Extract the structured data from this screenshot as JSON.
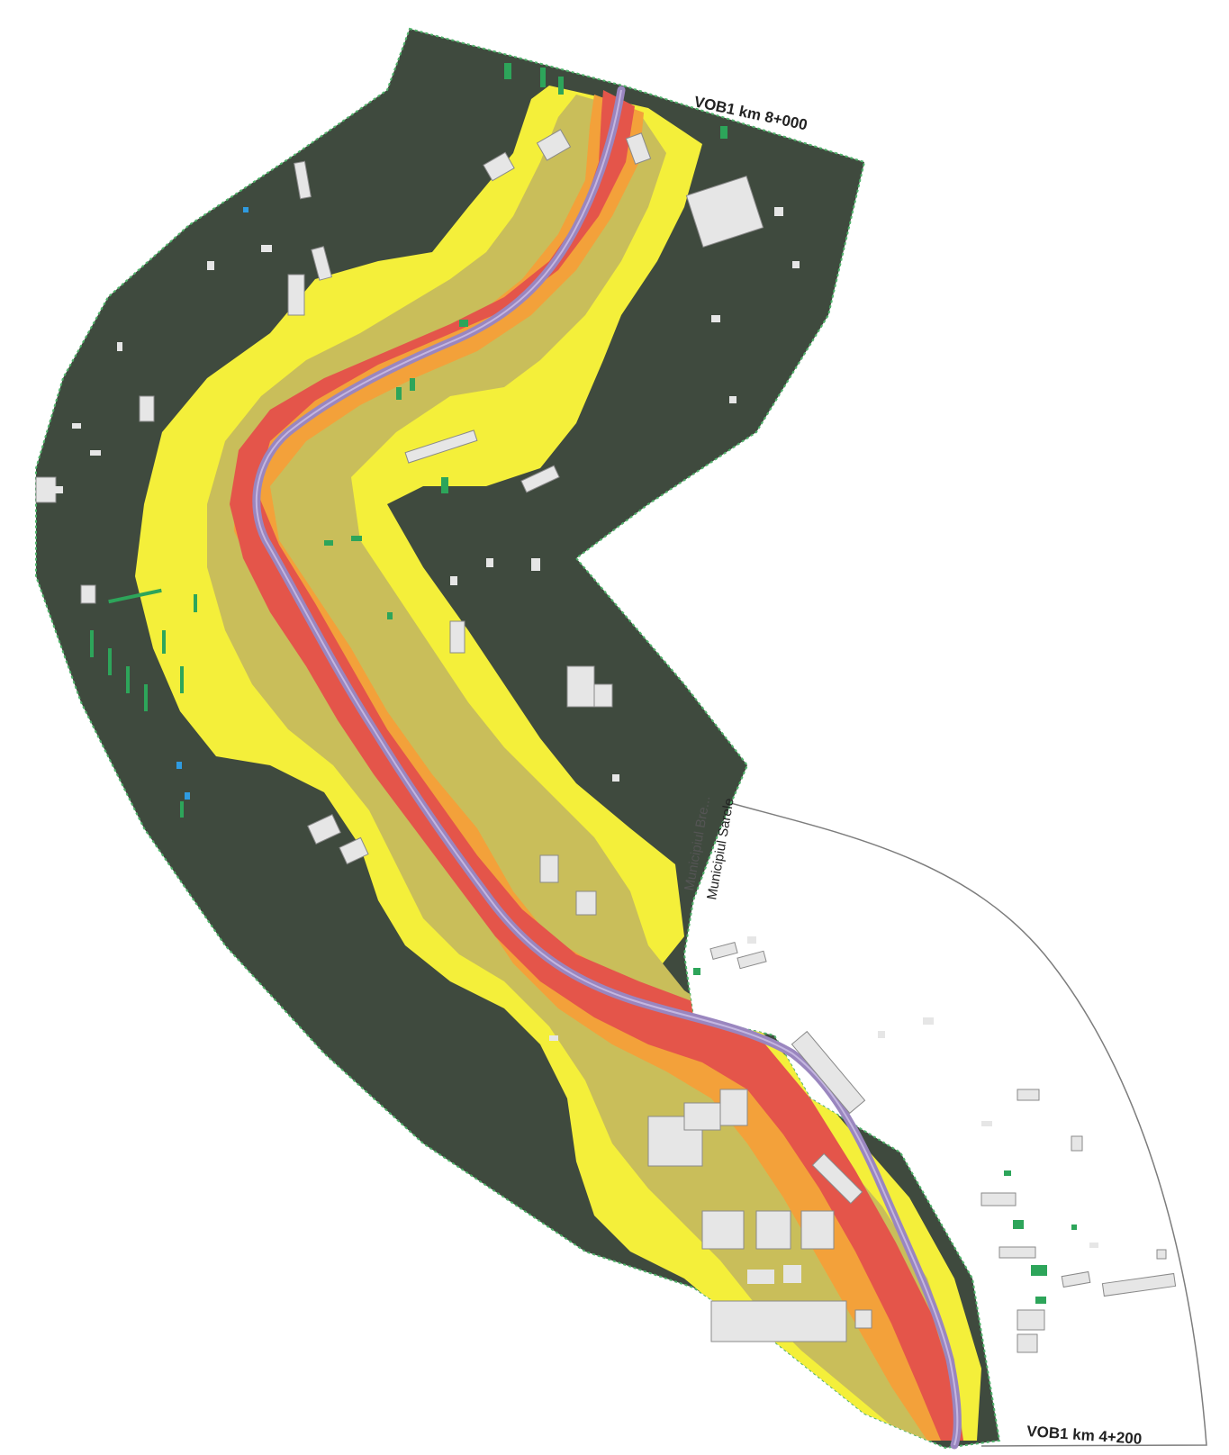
{
  "map": {
    "labels": {
      "km_start": "VOB1 km 8+000",
      "km_end": "VOB1 km 4+200",
      "municipality_a": "Municipiul Bre...",
      "municipality_b": "Municipiul Sarele"
    },
    "colors": {
      "background_zone": "#3f4a3e",
      "outer_band": "#f4ef3a",
      "olive_band": "#c9be5a",
      "orange_band": "#f3a13a",
      "orange_red_band": "#ee7a40",
      "red_band": "#e4554a",
      "road_axis": "#9a86bf",
      "buildings": "#e6e6e6",
      "building_outline": "#8a8a8a",
      "green_buildings": "#2da55a",
      "blue_features": "#2f9be0",
      "boundary_line": "#7d7d7d"
    }
  }
}
